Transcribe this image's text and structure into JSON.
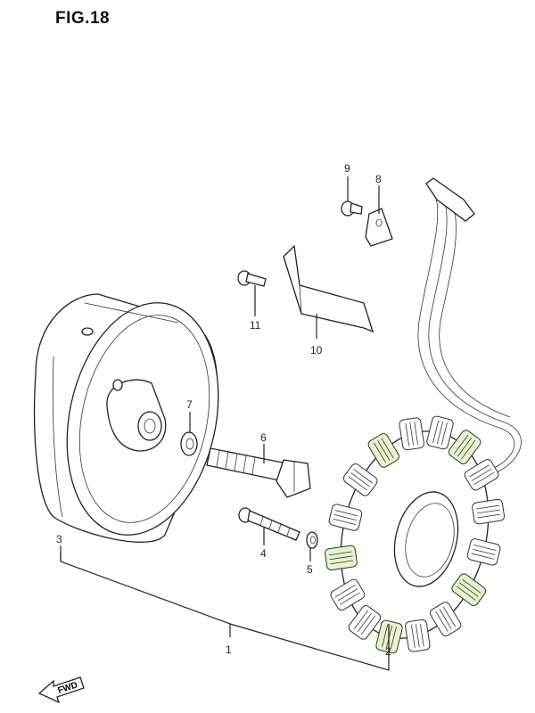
{
  "figure": {
    "title": "FIG.18"
  },
  "callouts": [
    {
      "id": "callout-1",
      "label": "1"
    },
    {
      "id": "callout-2",
      "label": "2"
    },
    {
      "id": "callout-3",
      "label": "3"
    },
    {
      "id": "callout-4",
      "label": "4"
    },
    {
      "id": "callout-5",
      "label": "5"
    },
    {
      "id": "callout-6",
      "label": "6"
    },
    {
      "id": "callout-7",
      "label": "7"
    },
    {
      "id": "callout-8",
      "label": "8"
    },
    {
      "id": "callout-9",
      "label": "9"
    },
    {
      "id": "callout-10",
      "label": "10"
    },
    {
      "id": "callout-11",
      "label": "11"
    }
  ],
  "fwd_arrow": {
    "label": "FWD"
  },
  "colors": {
    "line": "#222222",
    "coil_highlight": "#e6f3cc"
  }
}
